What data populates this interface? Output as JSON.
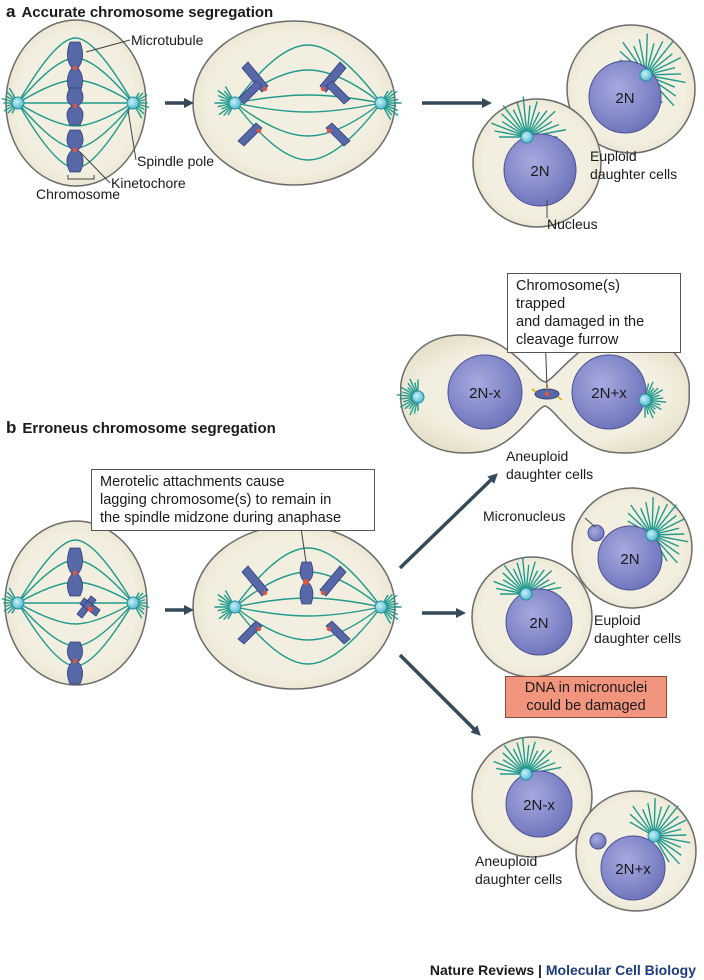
{
  "panel_a": {
    "letter": "a",
    "title": "Accurate chromosome segregation",
    "labels": {
      "microtubule": "Microtubule",
      "spindle_pole": "Spindle pole",
      "kinetochore": "Kinetochore",
      "chromosome": "Chromosome",
      "nucleus": "Nucleus",
      "euploid_line1": "Euploid",
      "euploid_line2": "daughter cells"
    },
    "nuclei": [
      "2N",
      "2N"
    ]
  },
  "panel_b": {
    "letter": "b",
    "title": "Erroneus chromosome segregation",
    "callout_merotelic": [
      "Merotelic attachments cause",
      "lagging chromosome(s) to remain in",
      "the spindle midzone during anaphase"
    ],
    "callout_trapped": [
      "Chromosome(s) trapped",
      "and damaged in the",
      "cleavage furrow"
    ],
    "callout_dna": [
      "DNA in micronuclei",
      "could be damaged"
    ],
    "labels": {
      "aneuploid_top_1": "Aneuploid",
      "aneuploid_top_2": "daughter cells",
      "micronucleus": "Micronucleus",
      "euploid_1": "Euploid",
      "euploid_2": "daughter cells",
      "aneuploid_bottom_1": "Aneuploid",
      "aneuploid_bottom_2": "daughter cells"
    },
    "nuclei": {
      "furrow_left": "2N-x",
      "furrow_right": "2N+x",
      "euploid_a": "2N",
      "euploid_b": "2N",
      "aneuploid_a": "2N-x",
      "aneuploid_b": "2N+x"
    }
  },
  "credit": {
    "journal": "Nature Reviews",
    "separator": "|",
    "title": "Molecular Cell Biology"
  },
  "colors": {
    "cell_fill": "#efead8",
    "cell_stroke": "#6b6b6b",
    "microtubule": "#1f9a8c",
    "chromosome": "#5668a8",
    "nucleus": "#7a80c2",
    "kinetochore": "#e2553a",
    "arrow": "#35495a"
  }
}
